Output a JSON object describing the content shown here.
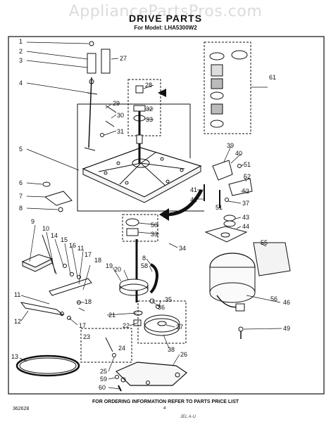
{
  "header": {
    "watermark": "AppliancePartsPros.com",
    "title": "DRIVE PARTS",
    "subtitle": "For Model: LHA5300W2"
  },
  "footer": {
    "ordering_note": "FOR ORDERING INFORMATION REFER TO PARTS PRICE LIST",
    "catalog_number": "362628",
    "page_number": "4",
    "signature": "JEL A-U"
  },
  "callouts": {
    "c1": "1",
    "c2": "2",
    "c3": "3",
    "c4": "4",
    "c5": "5",
    "c6": "6",
    "c7": "7",
    "c8": "8",
    "c9": "9",
    "c10": "10",
    "c11a": "11",
    "c11b": "11",
    "c12": "12",
    "c13": "13",
    "c14": "14",
    "c15": "15",
    "c16": "16",
    "c17a": "17",
    "c17b": "17",
    "c18a": "18",
    "c18b": "18",
    "c19": "19",
    "c20": "20",
    "c21": "21",
    "c22": "22",
    "c23": "23",
    "c24": "24",
    "c25": "25",
    "c26": "26",
    "c27": "27",
    "c28": "28",
    "c29": "29",
    "c30": "30",
    "c31": "31",
    "c32": "32",
    "c33a": "33",
    "c33b": "33",
    "c34": "34",
    "c35": "35",
    "c36": "36",
    "c37a": "37",
    "c37b": "37",
    "c38": "38",
    "c39": "39",
    "c40": "40",
    "c41": "41",
    "c42": "42",
    "c43": "43",
    "c44": "44",
    "c46": "46",
    "c49": "49",
    "c50": "50",
    "c51a": "51",
    "c51b": "51",
    "c52": "52",
    "c53": "53",
    "c55": "55",
    "c56": "56",
    "c58": "58",
    "c59": "59",
    "c60": "60",
    "c61": "61",
    "c8b": "8"
  }
}
